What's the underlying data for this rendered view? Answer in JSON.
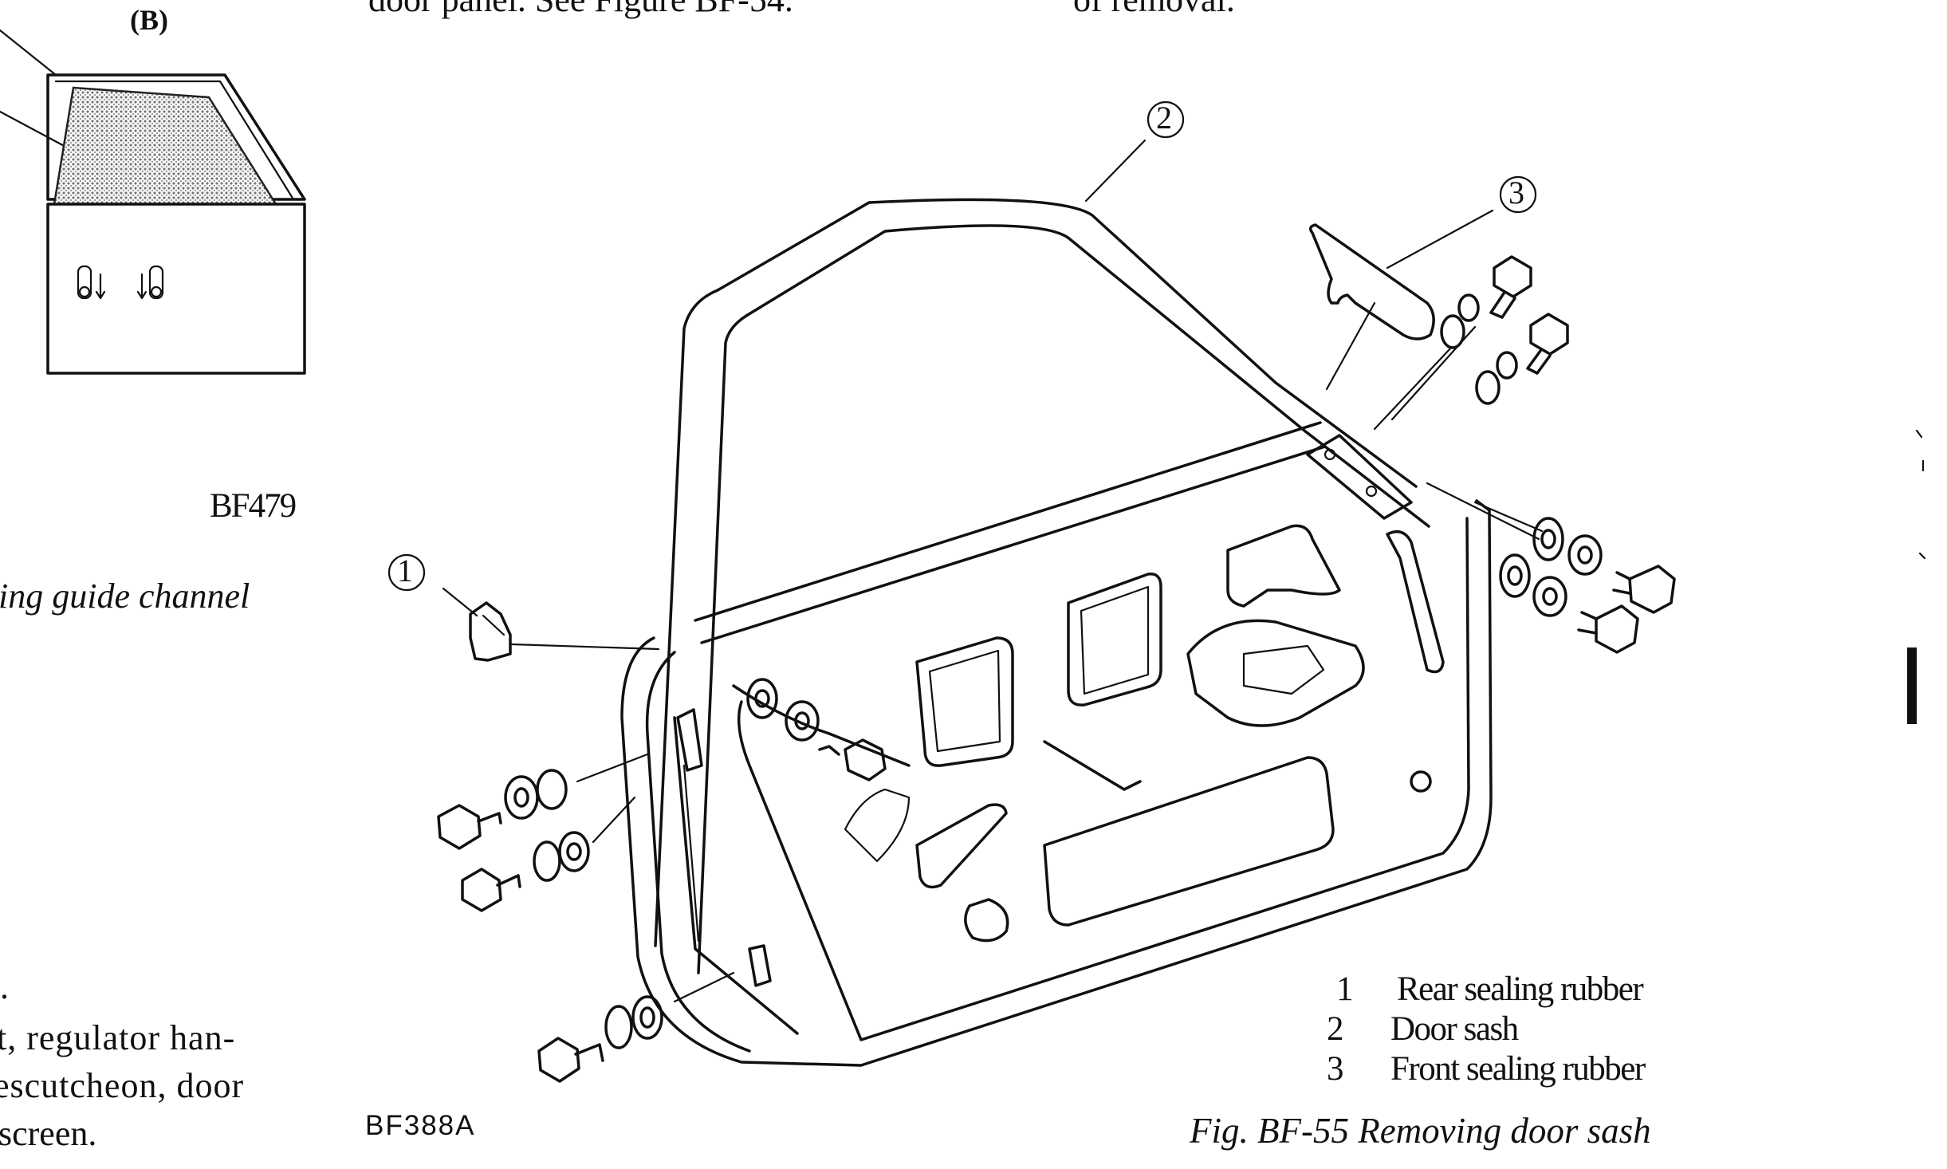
{
  "top_fragments": {
    "left": "door panel. See Figure BF-54.",
    "right": "of removal."
  },
  "inset": {
    "label": "(B)",
    "code": "BF479"
  },
  "left_text": {
    "caption_fragment": "ing guide channel",
    "dot": ".",
    "lines": [
      "t, regulator han-",
      "escutcheon, door",
      "screen."
    ]
  },
  "figure": {
    "code": "BF388A",
    "callouts": [
      "1",
      "2",
      "3"
    ],
    "legend": [
      {
        "num": "1",
        "text": "Rear sealing rubber"
      },
      {
        "num": "2",
        "text": "Door sash"
      },
      {
        "num": "3",
        "text": "Front sealing rubber"
      }
    ],
    "caption": "Fig. BF-55 Removing door sash"
  },
  "colors": {
    "ink": "#111111",
    "paper": "#ffffff",
    "shade": "#9a9a9a"
  }
}
